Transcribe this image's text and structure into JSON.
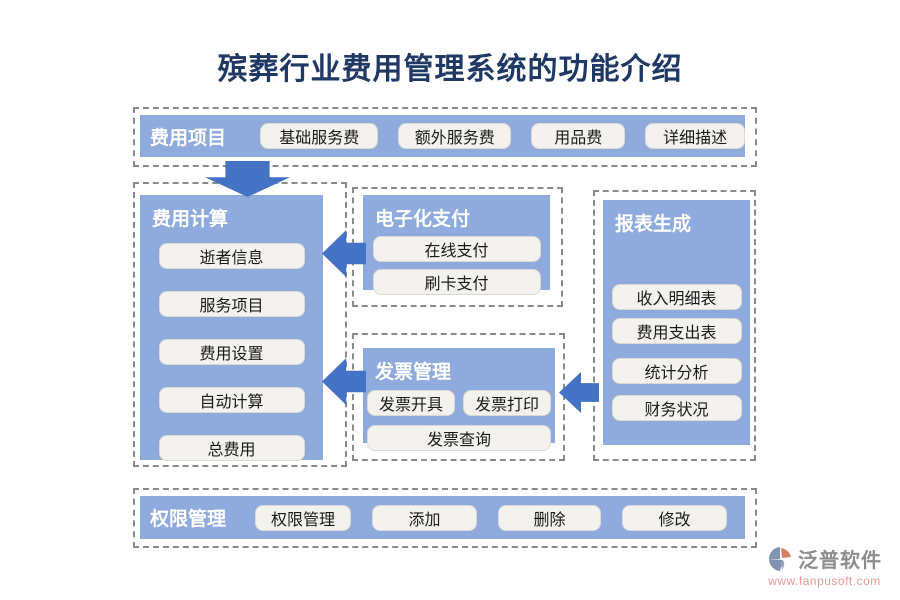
{
  "title": "殡葬行业费用管理系统的功能介绍",
  "colors": {
    "panel_blue": "#8faadc",
    "arrow_blue": "#4472c4",
    "title_navy": "#1f3864",
    "dash_gray": "#8a8a8a",
    "button_bg": "#f4f2ef",
    "brand_gray": "#8d8d8d",
    "brand_red": "#e89a93"
  },
  "top_section": {
    "label": "费用项目",
    "buttons": [
      "基础服务费",
      "额外服务费",
      "用品费",
      "详细描述"
    ]
  },
  "panels": {
    "cost_calc": {
      "title": "费用计算",
      "buttons": [
        "逝者信息",
        "服务项目",
        "费用设置",
        "自动计算",
        "总费用"
      ]
    },
    "epay": {
      "title": "电子化支付",
      "buttons": [
        "在线支付",
        "刷卡支付"
      ]
    },
    "invoice": {
      "title": "发票管理",
      "buttons_row": [
        "发票开具",
        "发票打印"
      ],
      "button_full": "发票查询"
    },
    "report": {
      "title": "报表生成",
      "buttons_top": [
        "收入明细表",
        "费用支出表"
      ],
      "buttons_bottom": [
        "统计分析",
        "财务状况"
      ]
    }
  },
  "bottom_section": {
    "label": "权限管理",
    "buttons": [
      "权限管理",
      "添加",
      "删除",
      "修改"
    ]
  },
  "footer": {
    "brand": "泛普软件",
    "url": "www.fanpusoft.com"
  }
}
